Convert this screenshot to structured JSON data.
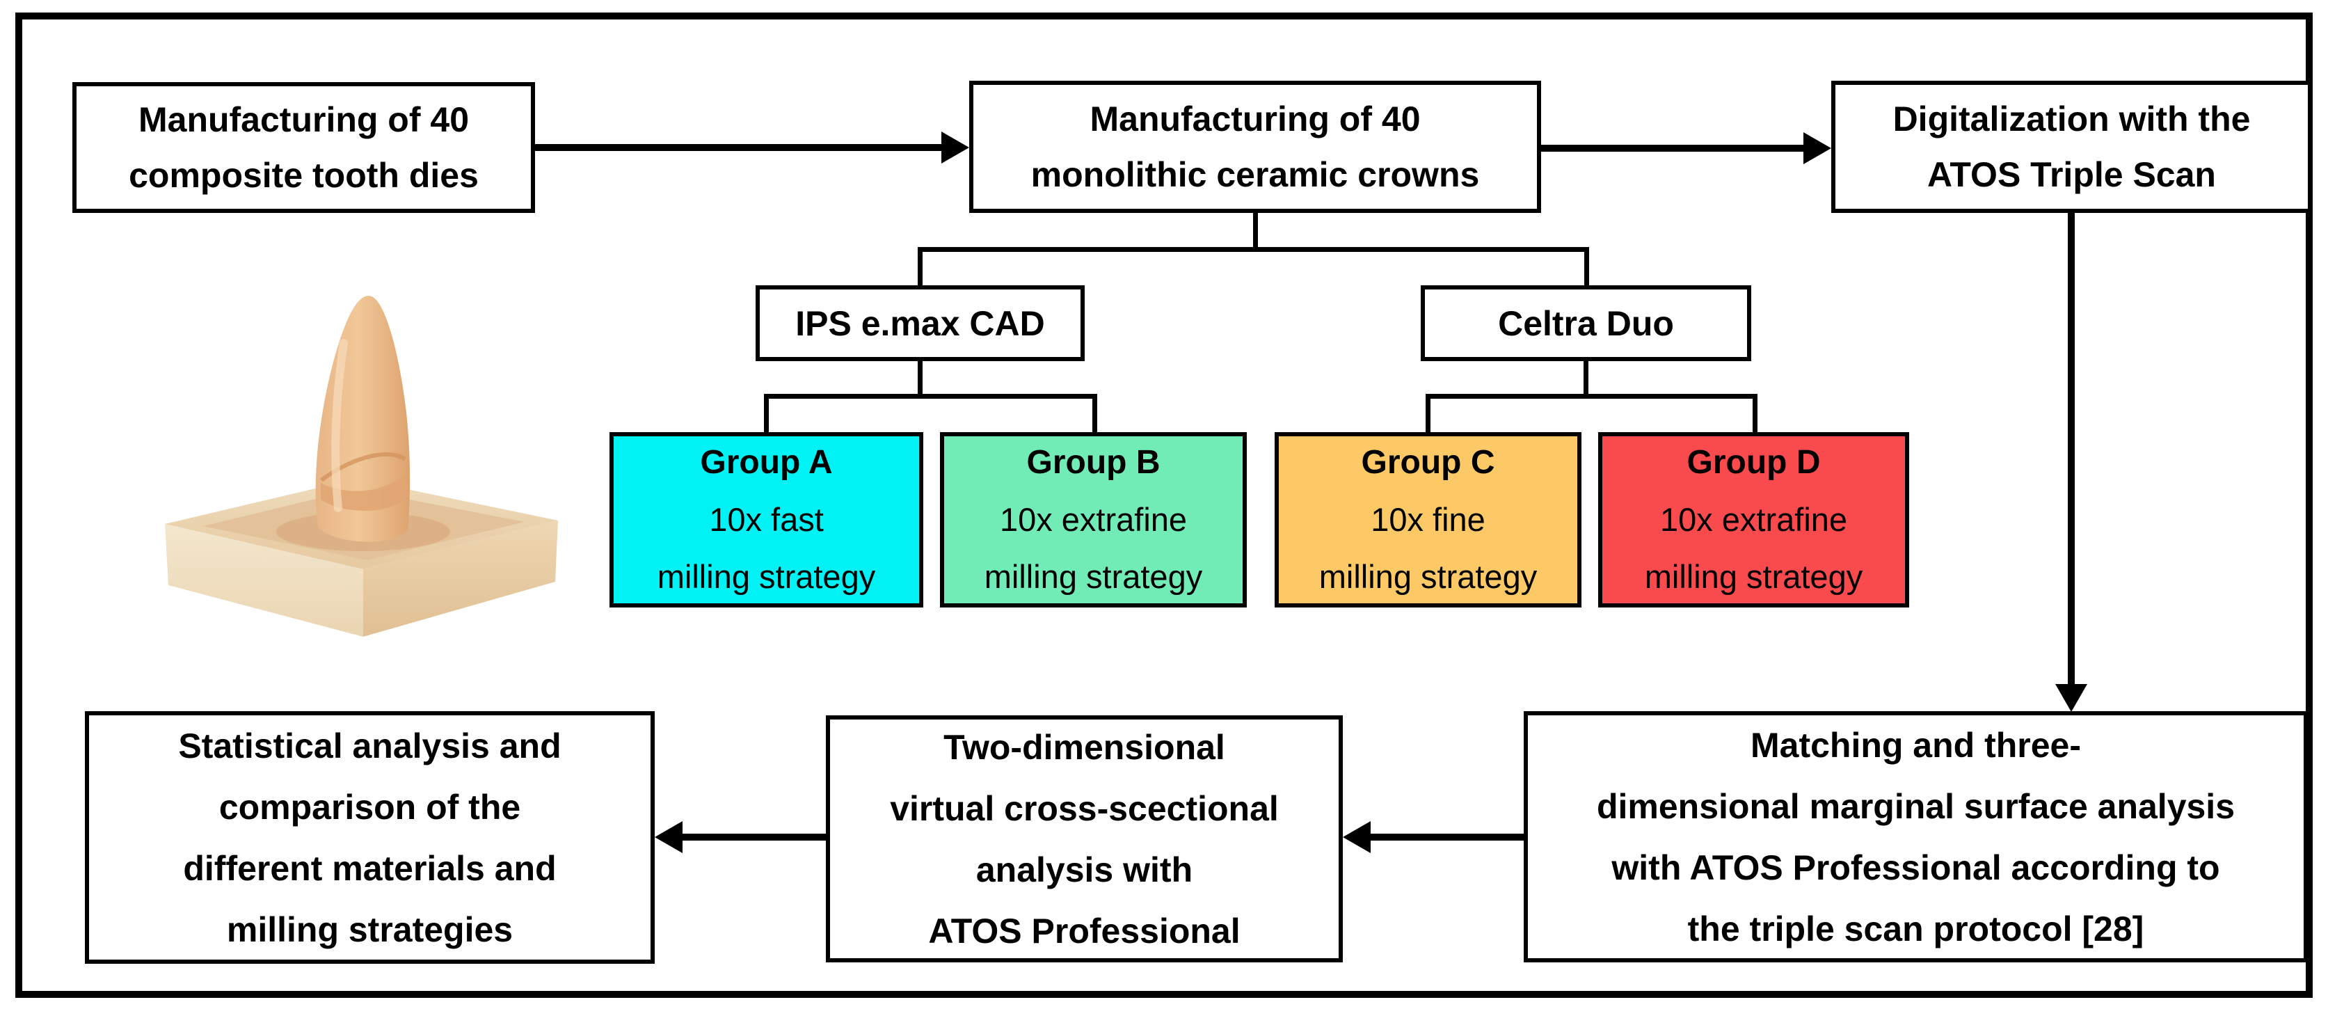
{
  "figure": {
    "background": "#ffffff",
    "line_color": "#000000"
  },
  "boxes": {
    "dies": {
      "lines": [
        "Manufacturing of 40",
        "composite tooth dies"
      ]
    },
    "crowns": {
      "lines": [
        "Manufacturing of 40",
        "monolithic ceramic crowns"
      ]
    },
    "digitalization": {
      "lines": [
        "Digitalization with the",
        "ATOS Triple Scan"
      ]
    },
    "emax": {
      "label": "IPS e.max CAD"
    },
    "celtra": {
      "label": "Celtra Duo"
    },
    "matching": {
      "lines": [
        "Matching and three-",
        "dimensional marginal surface analysis",
        "with ATOS Professional according to",
        "the triple scan protocol [28]"
      ]
    },
    "cross_section": {
      "lines": [
        "Two-dimensional",
        "virtual cross-scectional",
        "analysis with",
        "ATOS Professional"
      ]
    },
    "statistics": {
      "lines": [
        "Statistical analysis and",
        "comparison of the",
        "different materials and",
        "milling strategies"
      ]
    }
  },
  "groups": [
    {
      "name": "Group A",
      "lines": [
        "10x fast",
        "milling strategy"
      ],
      "fill": "#00f2f5"
    },
    {
      "name": "Group B",
      "lines": [
        "10x extrafine",
        "milling strategy"
      ],
      "fill": "#71ecb6"
    },
    {
      "name": "Group C",
      "lines": [
        "10x fine",
        "milling strategy"
      ],
      "fill": "#fdc966"
    },
    {
      "name": "Group D",
      "lines": [
        "10x extrafine",
        "milling strategy"
      ],
      "fill": "#f94b4e"
    }
  ],
  "image": {
    "description": "Photograph of a composite tooth die: tan resin block base with a prepared tooth stump on top"
  }
}
